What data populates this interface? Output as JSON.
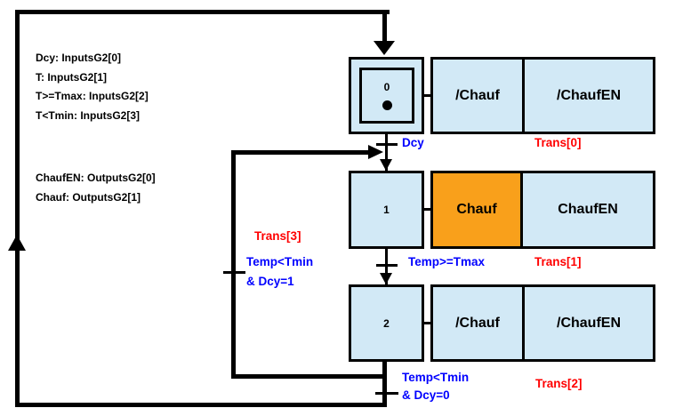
{
  "colors": {
    "line": "#000000",
    "step_fill": "#D2E9F6",
    "active_action_fill": "#F9A01B",
    "condition_text": "#0000FF",
    "transition_label_text": "#FF0000"
  },
  "legend": {
    "inputs": [
      "Dcy: InputsG2[0]",
      "T: InputsG2[1]",
      "T>=Tmax: InputsG2[2]",
      "T<Tmin: InputsG2[3]"
    ],
    "outputs": [
      "ChaufEN: OutputsG2[0]",
      "Chauf: OutputsG2[1]"
    ]
  },
  "steps": [
    {
      "id": "0",
      "type": "initial-step",
      "actions": [
        "/Chauf",
        "/ChaufEN"
      ]
    },
    {
      "id": "1",
      "type": "step",
      "actions": [
        "Chauf",
        "ChaufEN"
      ]
    },
    {
      "id": "2",
      "type": "step",
      "actions": [
        "/Chauf",
        "/ChaufEN"
      ]
    }
  ],
  "transitions": [
    {
      "label": "Trans[0]",
      "condition": "Dcy"
    },
    {
      "label": "Trans[1]",
      "condition": "Temp>=Tmax"
    },
    {
      "label": "Trans[2]",
      "condition_line1": "Temp<Tmin",
      "condition_line2": "& Dcy=0"
    },
    {
      "label": "Trans[3]",
      "condition_line1": "Temp<Tmin",
      "condition_line2": "& Dcy=1"
    }
  ]
}
